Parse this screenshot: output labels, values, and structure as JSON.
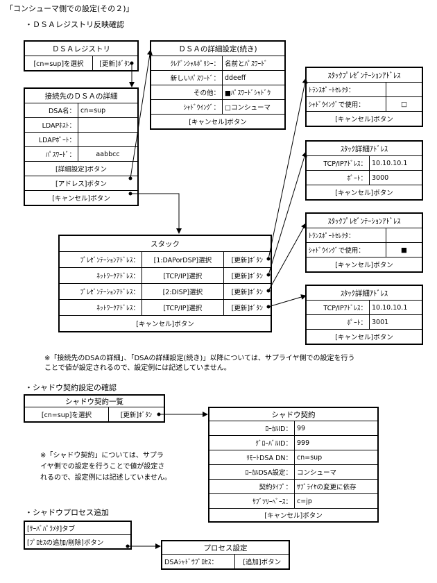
{
  "page_title": "「コンシューマ側での設定(その２)」",
  "sec1_title": "・ＤＳＡレジストリ反映確認",
  "dsa_registry": {
    "title": "ＤＳＡレジストリ",
    "select": "[cn=sup]を選択",
    "update": "[更新]ﾎﾞﾀﾝ"
  },
  "dsa_detail": {
    "title": "接続先のＤＳＡの詳細",
    "dsa_name_label": "DSA名：",
    "dsa_name_value": "cn=sup",
    "ldap_host_label": "LDAPﾎｽﾄ：",
    "ldap_port_label": "LDAPﾎﾟｰﾄ：",
    "password_label": "ﾊﾟｽﾜｰﾄﾞ：",
    "password_value": "aabbcc",
    "detail_button": "[詳細設定]ボタン",
    "address_button": "[アドレス]ボタン",
    "cancel_button": "[キャンセル]ボタン"
  },
  "dsa_detail_cont": {
    "title": "ＤＳＡの詳細設定(続き)",
    "credential_label": "ｸﾚﾃﾞﾝｼｬﾙﾎﾟﾘｼｰ：",
    "credential_value": "名前とﾊﾟｽﾜｰﾄﾞ",
    "new_password_label": "新しいﾊﾟｽﾜｰﾄﾞ：",
    "new_password_value": "ddeeff",
    "other_label": "その他：",
    "other_value": "■ﾊﾟｽﾜｰﾄﾞｼｬﾄﾞｳ",
    "shadowing_label": "ｼｬﾄﾞｳｲﾝｸﾞ：",
    "shadowing_value": "□コンシューマ",
    "cancel_button": "[キャンセル]ボタン"
  },
  "stack_pres1": {
    "title": "ｽﾀｯｸﾌﾟﾚｾﾞﾝﾃｰｼｮﾝｱﾄﾞﾚｽ",
    "transport_label": "ﾄﾗﾝｽﾎﾟｰﾄｾﾚｸﾀ：",
    "shadowing_label": "ｼｬﾄﾞｳｲﾝｸﾞで使用：",
    "shadowing_value": "□",
    "cancel_button": "[キャンセル]ボタン"
  },
  "stack_detail1": {
    "title": "ｽﾀｯｸ詳細ｱﾄﾞﾚｽ",
    "tcpip_label": "TCP/IPｱﾄﾞﾚｽ：",
    "tcpip_value": "10.10.10.1",
    "port_label": "ﾎﾟｰﾄ：",
    "port_value": "3000",
    "cancel_button": "[キャンセル]ボタン"
  },
  "stack_pres2": {
    "title": "ｽﾀｯｸﾌﾟﾚｾﾞﾝﾃｰｼｮﾝｱﾄﾞﾚｽ",
    "transport_label": "ﾄﾗﾝｽﾎﾟｰﾄｾﾚｸﾀ：",
    "shadowing_label": "ｼｬﾄﾞｳｲﾝｸﾞで使用：",
    "shadowing_value": "■",
    "cancel_button": "[キャンセル]ボタン"
  },
  "stack_detail2": {
    "title": "ｽﾀｯｸ詳細ｱﾄﾞﾚｽ",
    "tcpip_label": "TCP/IPｱﾄﾞﾚｽ：",
    "tcpip_value": "10.10.10.1",
    "port_label": "ﾎﾟｰﾄ：",
    "port_value": "3001",
    "cancel_button": "[キャンセル]ボタン"
  },
  "stack": {
    "title": "スタック",
    "rows": [
      {
        "label": "ﾌﾟﾚｾﾞﾝﾃｰｼｮﾝｱﾄﾞﾚｽ：",
        "value": "[1:DAPorDSP]選択",
        "button": "[更新]ﾎﾞﾀﾝ"
      },
      {
        "label": "ﾈｯﾄﾜｰｸｱﾄﾞﾚｽ：",
        "value": "[TCP/IP]選択",
        "button": "[更新]ﾎﾞﾀﾝ"
      },
      {
        "label": "ﾌﾟﾚｾﾞﾝﾃｰｼｮﾝｱﾄﾞﾚｽ：",
        "value": "[2:DISP]選択",
        "button": "[更新]ﾎﾞﾀﾝ"
      },
      {
        "label": "ﾈｯﾄﾜｰｸｱﾄﾞﾚｽ：",
        "value": "[TCP/IP]選択",
        "button": "[更新]ﾎﾞﾀﾝ"
      }
    ],
    "cancel_button": "[キャンセル]ボタン"
  },
  "note1_line1": "※「接続先のDSAの詳細」、「DSAの詳細設定(続き)」以降については、サプライヤ側での設定を行う",
  "note1_line2": "ことで値が設定されるので、設定例には記述していません。",
  "sec2_title": "・シャドウ契約設定の確認",
  "shadow_list": {
    "title": "シャドウ契約一覧",
    "select": "[cn=sup]を選択",
    "update": "[更新]ﾎﾞﾀﾝ"
  },
  "shadow_contract": {
    "title": "シャドウ契約",
    "rows": [
      {
        "label": "ﾛｰｶﾙID：",
        "value": "99"
      },
      {
        "label": "ｸﾞﾛｰﾊﾞﾙID：",
        "value": "999"
      },
      {
        "label": "ﾘﾓｰﾄDSA DN：",
        "value": "cn=sup"
      },
      {
        "label": "ﾛｰｶﾙDSA設定：",
        "value": "コンシューマ"
      },
      {
        "label": "契約ﾀｲﾌﾟ：",
        "value": "ｻﾌﾟﾗｲﾔの変更に依存"
      },
      {
        "label": "ｻﾌﾞﾂﾘｰﾍﾞｰｽ：",
        "value": "c=jp"
      }
    ],
    "cancel_button": "[キャンセル]ボタン"
  },
  "note2_lines": [
    "※「シャドウ契約」については、サプラ",
    "イヤ側での設定を行うことで値が設定さ",
    "れるので、設定例には記述していません。"
  ],
  "sec3_title": "・シャドウプロセス追加",
  "server_param": {
    "tab": "[ｻｰﾊﾞﾊﾟﾗﾒﾀ]タブ",
    "button": "[ﾌﾟﾛｾｽの追加/削除]ボタン"
  },
  "process": {
    "title": "プロセス設定",
    "label": "DSAｼｬﾄﾞｳﾌﾟﾛｾｽ：",
    "button": "[追加]ボタン"
  }
}
